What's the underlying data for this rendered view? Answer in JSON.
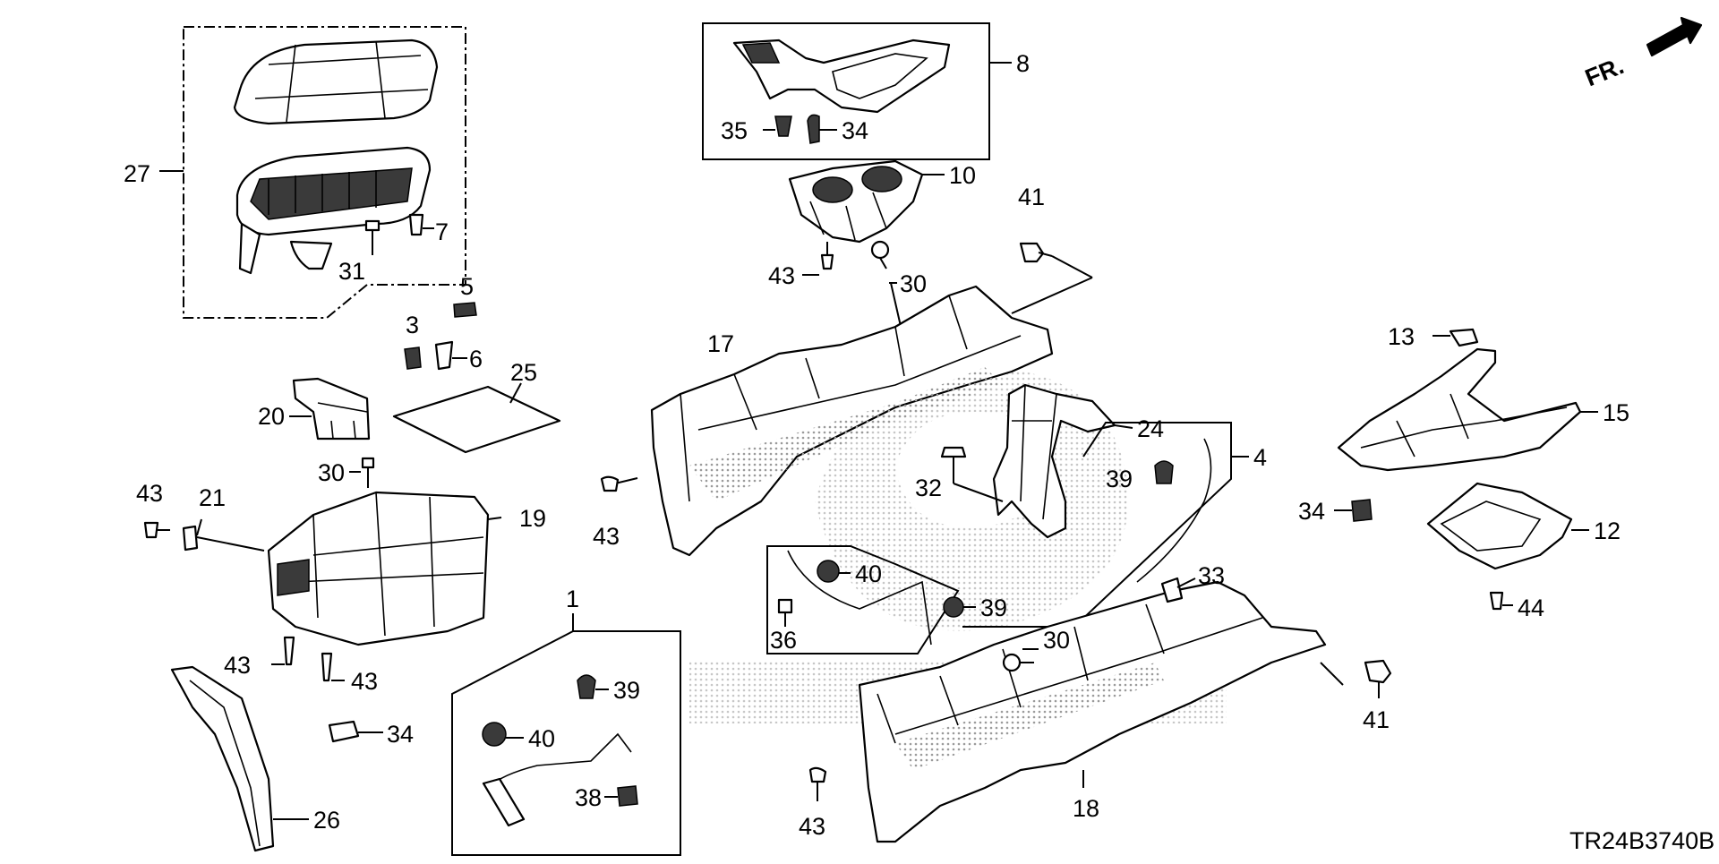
{
  "diagram": {
    "part_code": "TR24B3740B",
    "direction_label": "FR.",
    "labels": {
      "l1": "1",
      "l3": "3",
      "l4": "4",
      "l5": "5",
      "l6": "6",
      "l7": "7",
      "l8": "8",
      "l10": "10",
      "l12": "12",
      "l13": "13",
      "l15": "15",
      "l17": "17",
      "l18": "18",
      "l19": "19",
      "l20": "20",
      "l21": "21",
      "l24": "24",
      "l25": "25",
      "l26": "26",
      "l27": "27",
      "l30a": "30",
      "l30b": "30",
      "l30c": "30",
      "l31": "31",
      "l32": "32",
      "l33": "33",
      "l34a": "34",
      "l34b": "34",
      "l34c": "34",
      "l35": "35",
      "l36": "36",
      "l38": "38",
      "l39a": "39",
      "l39b": "39",
      "l39c": "39",
      "l40a": "40",
      "l40b": "40",
      "l41a": "41",
      "l41b": "41",
      "l43a": "43",
      "l43b": "43",
      "l43c": "43",
      "l43d": "43",
      "l43e": "43",
      "l43f": "43",
      "l44": "44"
    }
  }
}
